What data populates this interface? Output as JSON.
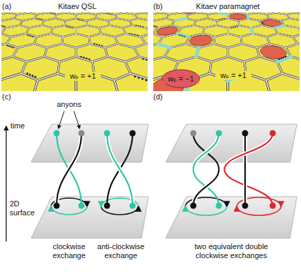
{
  "diagram": {
    "labels": [
      "(a)",
      "Kitaev QSL",
      "(b)",
      "Kitaev paramagnet",
      "wₚ = +1",
      "wₚ = −1",
      "wₚ = +1",
      "(c)",
      "(d)",
      "anyons",
      "time",
      "2D surface",
      "clockwise exchange",
      "anti-clockwise exchange",
      "two equivalent double clockwise exchanges"
    ]
  }
}
